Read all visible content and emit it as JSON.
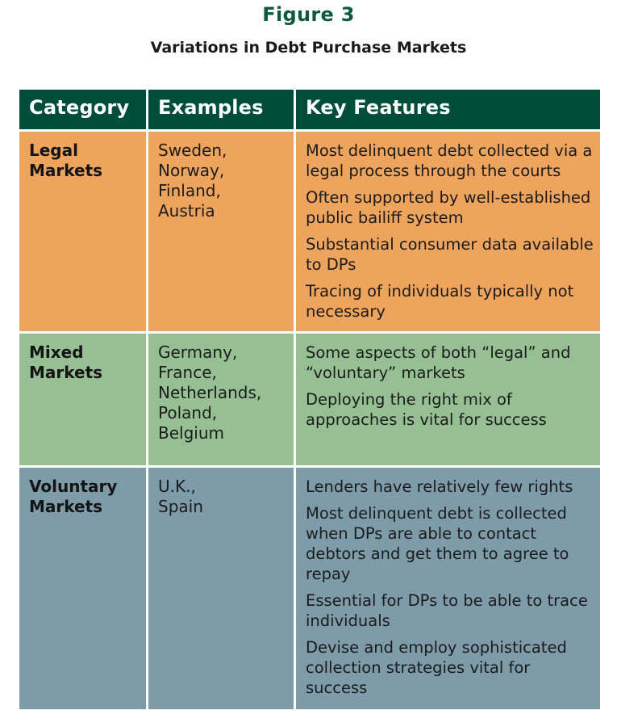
{
  "figure": {
    "title": "Figure 3",
    "subtitle": "Variations in Debt Purchase Markets"
  },
  "table": {
    "headers": [
      "Category",
      "Examples",
      "Key Features"
    ],
    "rows": [
      {
        "category": [
          "Legal",
          "Markets"
        ],
        "examples": [
          "Sweden,",
          "Norway,",
          "Finland,",
          "Austria"
        ],
        "features": [
          "Most delinquent debt collected via a legal process through the courts",
          "Often supported by well-established public bailiff system",
          "Substantial consumer data available to DPs",
          "Tracing of individuals typically not necessary"
        ],
        "color": "#eea45d"
      },
      {
        "category": [
          "Mixed",
          "Markets"
        ],
        "examples": [
          "Germany,",
          "France,",
          "Netherlands,",
          "Poland,",
          "Belgium"
        ],
        "features": [
          "Some aspects of both “legal” and “voluntary” markets",
          "Deploying the right mix of approaches is vital for success"
        ],
        "color": "#96c094"
      },
      {
        "category": [
          "Voluntary",
          "Markets"
        ],
        "examples": [
          "U.K.,",
          "Spain"
        ],
        "features": [
          "Lenders have relatively few rights",
          "Most delinquent debt is collected when DPs are able to contact debtors and get them to agree to repay",
          "Essential for DPs to be able to trace individuals",
          "Devise and employ sophisticated collection strategies vital for success"
        ],
        "color": "#7d9ba9"
      }
    ],
    "header_color": "#004d3b",
    "title_color": "#0f5a3c"
  }
}
